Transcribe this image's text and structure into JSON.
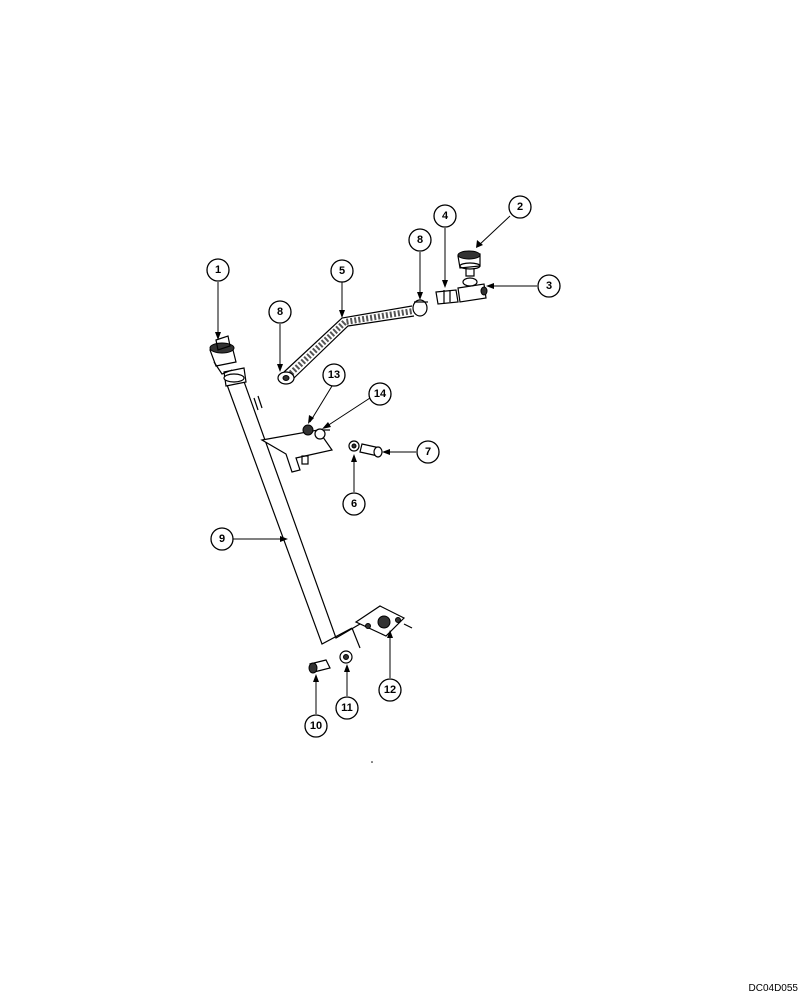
{
  "callouts": [
    {
      "id": "c1",
      "label": "1"
    },
    {
      "id": "c2",
      "label": "2"
    },
    {
      "id": "c3",
      "label": "3"
    },
    {
      "id": "c4",
      "label": "4"
    },
    {
      "id": "c5",
      "label": "5"
    },
    {
      "id": "c6",
      "label": "6"
    },
    {
      "id": "c7",
      "label": "7"
    },
    {
      "id": "c8a",
      "label": "8"
    },
    {
      "id": "c8b",
      "label": "8"
    },
    {
      "id": "c9",
      "label": "9"
    },
    {
      "id": "c10",
      "label": "10"
    },
    {
      "id": "c11",
      "label": "11"
    },
    {
      "id": "c12",
      "label": "12"
    },
    {
      "id": "c13",
      "label": "13"
    },
    {
      "id": "c14",
      "label": "14"
    }
  ],
  "drawing_code": "DC04D055"
}
